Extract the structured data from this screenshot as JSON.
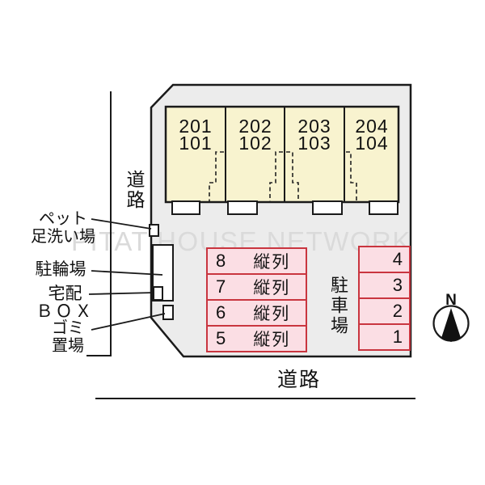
{
  "watermark": "PITAT HOUSE NETWORK",
  "compass": {
    "north": "N"
  },
  "roads": {
    "left": "道路",
    "bottom": "道路"
  },
  "building": {
    "units": [
      {
        "upper": "201",
        "lower": "101"
      },
      {
        "upper": "202",
        "lower": "102"
      },
      {
        "upper": "203",
        "lower": "103"
      },
      {
        "upper": "204",
        "lower": "104"
      }
    ]
  },
  "parking": {
    "area_label": "駐車場",
    "left_column": [
      {
        "number": "8",
        "type": "縦列"
      },
      {
        "number": "7",
        "type": "縦列"
      },
      {
        "number": "6",
        "type": "縦列"
      },
      {
        "number": "5",
        "type": "縦列"
      }
    ],
    "right_column": [
      {
        "number": "4"
      },
      {
        "number": "3"
      },
      {
        "number": "2"
      },
      {
        "number": "1"
      }
    ]
  },
  "facilities": {
    "pet_wash": {
      "line1": "ペット",
      "line2": "足洗い場"
    },
    "bicycle": {
      "label": "駐輪場"
    },
    "delivery_box": {
      "line1": "宅配",
      "line2": "ＢＯＸ"
    },
    "garbage": {
      "line1": "ゴミ",
      "line2": "置場"
    }
  },
  "colors": {
    "site_fill": "#ececec",
    "building_fill": "#f8f3cf",
    "parking_fill": "#fbdee4",
    "parking_border": "#c9353f",
    "line": "#1a1a1a",
    "watermark": "#dadada"
  }
}
